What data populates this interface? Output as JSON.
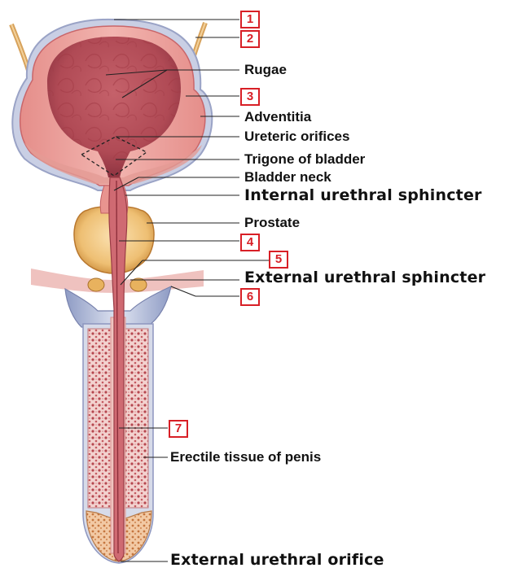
{
  "labels": {
    "rugae": "Rugae",
    "adventitia": "Adventitia",
    "ureteric_orifices": "Ureteric orifices",
    "trigone": "Trigone of bladder",
    "bladder_neck": "Bladder neck",
    "internal_sphincter": "Internal urethral sphincter",
    "prostate": "Prostate",
    "external_sphincter": "External urethral sphincter",
    "erectile_tissue": "Erectile tissue of penis",
    "external_orifice": "External urethral orifice"
  },
  "markers": [
    "1",
    "2",
    "3",
    "4",
    "5",
    "6",
    "7"
  ],
  "colors": {
    "marker_red": "#d81f26",
    "tissue_pink": "#e8a3a1",
    "mucosa": "#b84a52",
    "prostate": "#e7b56a",
    "sheath_blue": "#b8c3dc",
    "leader_line": "#222222"
  }
}
